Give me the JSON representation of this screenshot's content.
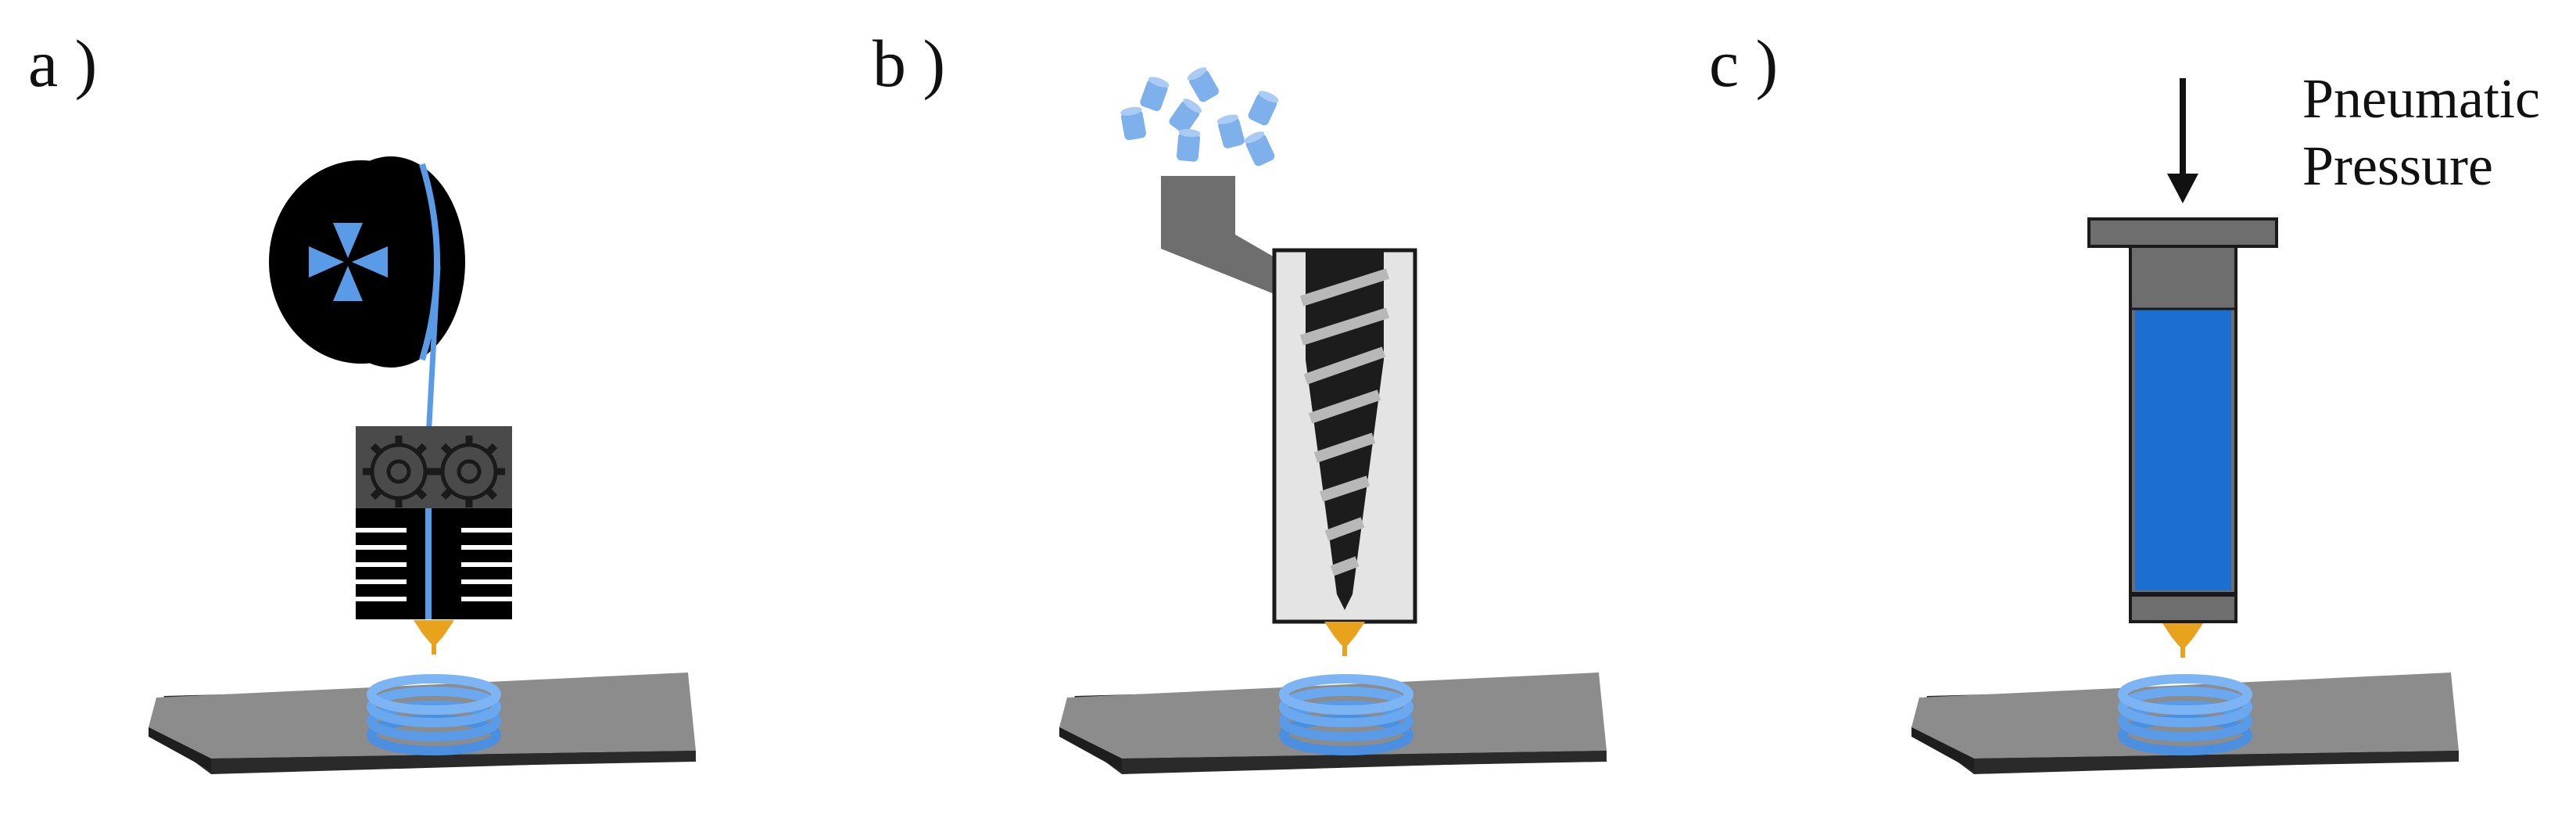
{
  "figure": {
    "panels": [
      {
        "id": "a",
        "label": "a )",
        "method": "filament"
      },
      {
        "id": "b",
        "label": "b )",
        "method": "pellet-screw"
      },
      {
        "id": "c",
        "label": "c )",
        "method": "syringe",
        "annotation_lines": [
          "Pneumatic",
          "Pressure"
        ]
      }
    ]
  },
  "colors": {
    "platform_top": "#8c8c8c",
    "platform_side": "#2a2a2a",
    "material_blue": "#5a9be8",
    "material_dark_blue": "#1a6fd0",
    "nozzle_orange": "#e8a21c",
    "machine_dark": "#4a4a4a",
    "machine_gray": "#6e6e6e",
    "barrel_light": "#e4e4e4",
    "spool_black": "#000000",
    "screw_dark": "#1c1c1c",
    "screw_flight": "#b8b8b8"
  },
  "icons": [
    "spool-icon",
    "gear-icon",
    "heat-sink-icon",
    "pellet-icon",
    "hopper-icon",
    "screw-icon",
    "syringe-icon",
    "pressure-arrow-icon",
    "nozzle-icon",
    "printed-coil-icon"
  ]
}
